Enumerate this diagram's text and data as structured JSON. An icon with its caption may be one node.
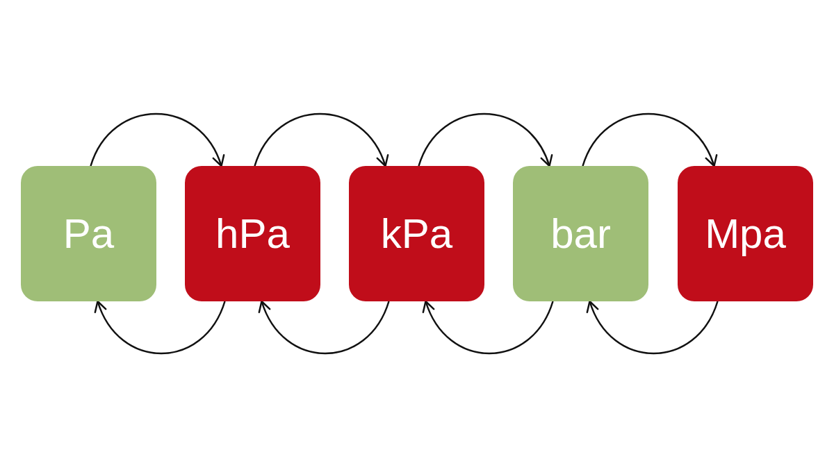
{
  "diagram": {
    "nodes": [
      {
        "text": [
          "Pa"
        ]
      },
      {
        "text": [
          "hPa"
        ]
      },
      {
        "text": [
          "kPa"
        ]
      },
      {
        "text": [
          "bar"
        ]
      },
      {
        "text": [
          "Mpa"
        ]
      }
    ],
    "edges": [
      {
        "from": 0,
        "to": 1,
        "arrow": "to"
      },
      {
        "from": 1,
        "to": 2,
        "arrow": "to"
      },
      {
        "from": 2,
        "to": 3,
        "arrow": "to"
      },
      {
        "from": 3,
        "to": 4,
        "arrow": "to"
      },
      {
        "from": 1,
        "to": 0,
        "arrow": "to"
      },
      {
        "from": 2,
        "to": 1,
        "arrow": "to"
      },
      {
        "from": 3,
        "to": 2,
        "arrow": "to"
      },
      {
        "from": 4,
        "to": 3,
        "arrow": "to"
      }
    ]
  }
}
